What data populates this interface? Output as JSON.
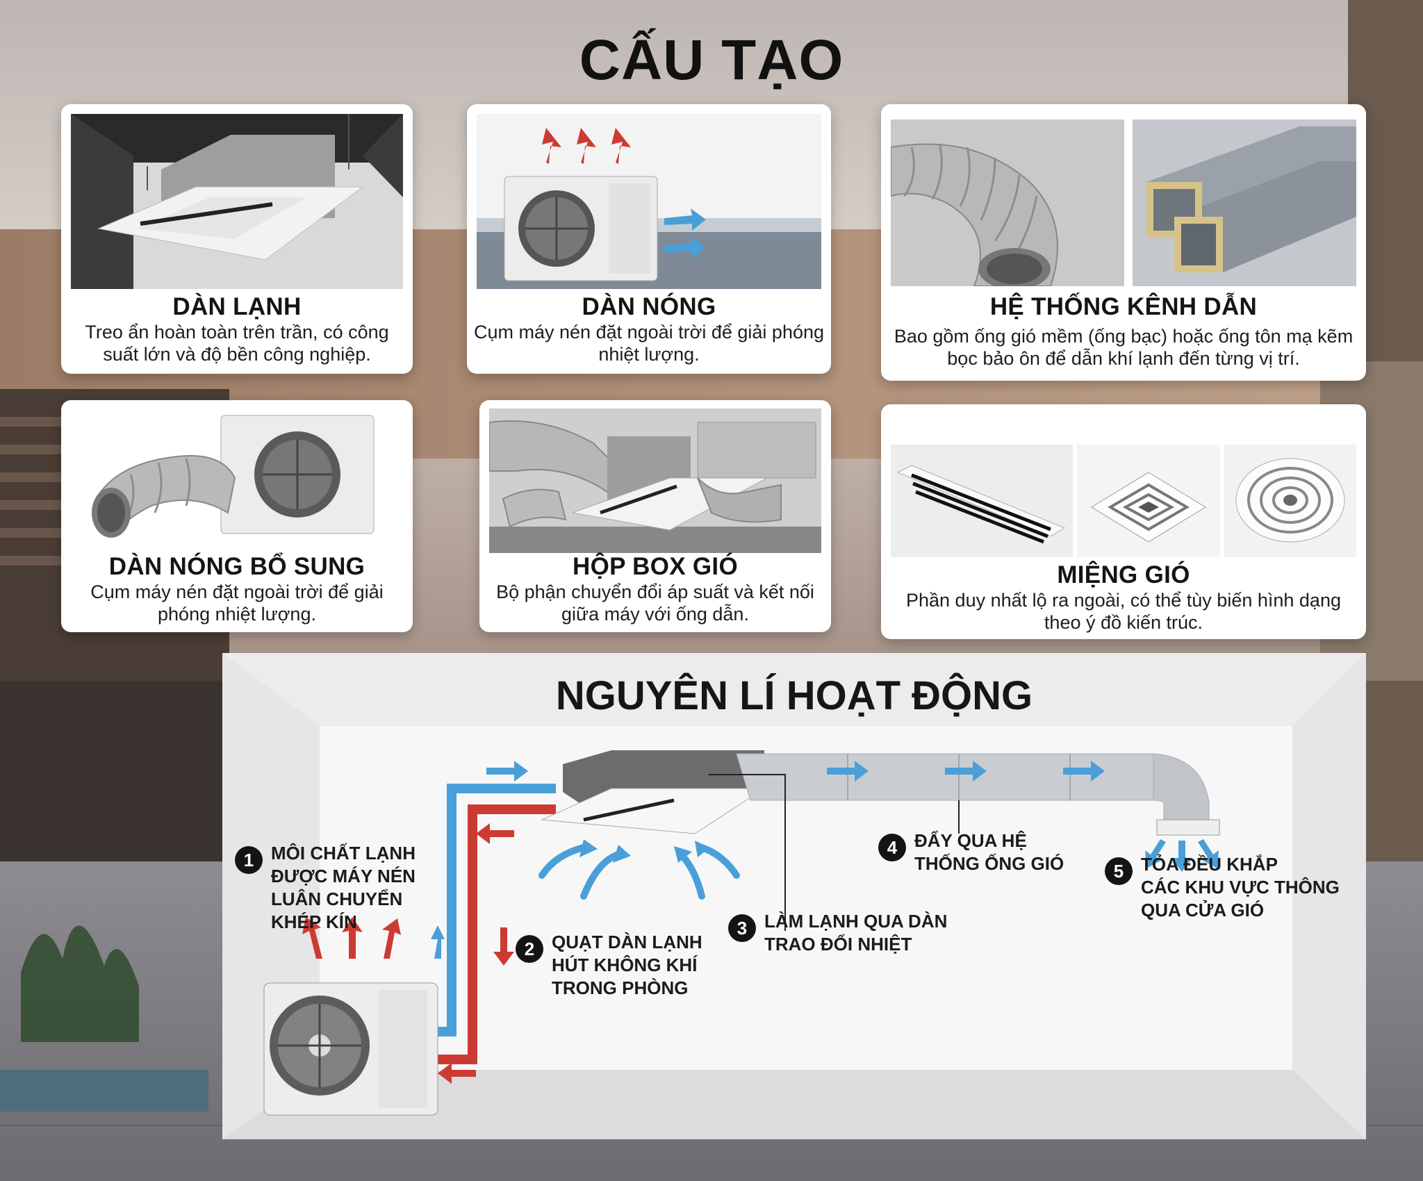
{
  "title": "CẤU TẠO",
  "components": [
    {
      "title": "DÀN LẠNH",
      "desc": "Treo ẩn hoàn toàn trên trần, có công suất lớn và độ bền công nghiệp."
    },
    {
      "title": "DÀN NÓNG",
      "desc": "Cụm máy nén đặt ngoài trời để giải phóng nhiệt lượng."
    },
    {
      "title": "HỆ THỐNG KÊNH DẪN",
      "desc": "Bao gồm ống gió mềm (ống bạc) hoặc ống tôn mạ kẽm bọc bảo ôn để dẫn khí lạnh đến từng vị trí."
    },
    {
      "title": "DÀN NÓNG BỔ SUNG",
      "desc": "Cụm máy nén đặt ngoài trời để giải phóng nhiệt lượng."
    },
    {
      "title": "HỘP BOX GIÓ",
      "desc": "Bộ phận chuyển đổi áp suất và kết nối giữa máy với ống dẫn."
    },
    {
      "title": "MIỆNG GIÓ",
      "desc": "Phần duy nhất lộ ra ngoài, có thể tùy biến hình dạng theo ý đồ kiến trúc."
    }
  ],
  "principle": {
    "title": "NGUYÊN LÍ HOẠT ĐỘNG",
    "steps": [
      {
        "num": "1",
        "text": "MÔI CHẤT LẠNH\nĐƯỢC MÁY NÉN\nLUÂN CHUYỂN\nKHÉP KÍN"
      },
      {
        "num": "2",
        "text": "QUẠT DÀN LẠNH\nHÚT KHÔNG KHÍ\nTRONG PHÒNG"
      },
      {
        "num": "3",
        "text": "LÀM LẠNH QUA DÀN\nTRAO ĐỔI NHIỆT"
      },
      {
        "num": "4",
        "text": "ĐẨY QUA HỆ\nTHỐNG ỐNG GIÓ"
      },
      {
        "num": "5",
        "text": "TỎA ĐỀU KHẮP\nCÁC KHU VỰC THÔNG\nQUA CỬA GIÓ"
      }
    ]
  },
  "colors": {
    "cold": "#4a9fd8",
    "hot": "#cc3b32",
    "card": "#ffffff",
    "text": "#141414"
  }
}
